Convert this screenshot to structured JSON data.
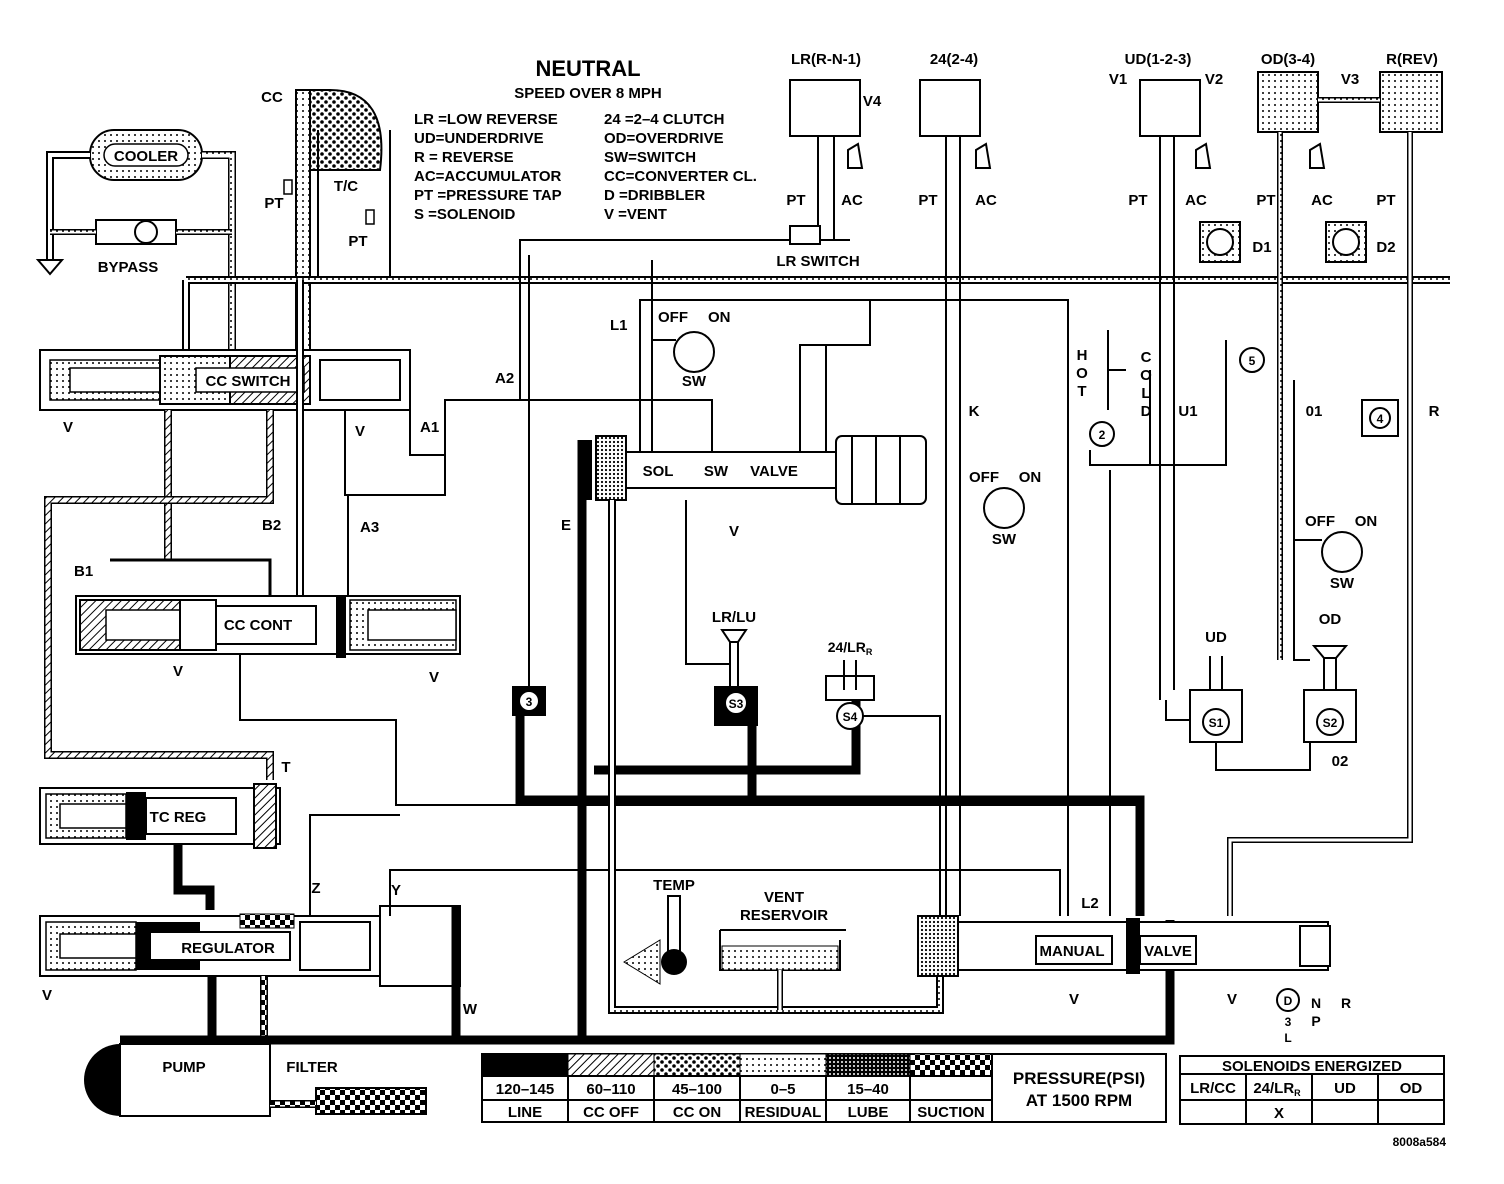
{
  "title": "NEUTRAL",
  "subtitle": "SPEED OVER 8 MPH",
  "legend_abbrev": [
    "LR =LOW REVERSE",
    "UD=UNDERDRIVE",
    "R = REVERSE",
    "AC=ACCUMULATOR",
    "PT =PRESSURE TAP",
    "S =SOLENOID",
    "24 =2–4 CLUTCH",
    "OD=OVERDRIVE",
    "SW=SWITCH",
    "CC=CONVERTER CL.",
    "D =DRIBBLER",
    "V =VENT"
  ],
  "clutches": {
    "lr": "LR(R-N-1)",
    "c24": "24(2-4)",
    "ud": "UD(1-2-3)",
    "od": "OD(3-4)",
    "rev": "R(REV)"
  },
  "labels": {
    "cc": "CC",
    "cooler": "COOLER",
    "bypass": "BYPASS",
    "tc": "T/C",
    "pt": "PT",
    "ac": "AC",
    "cc_switch": "CC SWITCH",
    "lr_switch": "LR SWITCH",
    "v": "V",
    "v1": "V1",
    "v2": "V2",
    "v3": "V3",
    "v4": "V4",
    "a1": "A1",
    "a2": "A2",
    "a3": "A3",
    "b1": "B1",
    "b2": "B2",
    "cc_cont": "CC CONT",
    "l1": "L1",
    "l2": "L2",
    "off": "OFF",
    "on": "ON",
    "sw": "SW",
    "sol": "SOL",
    "valve": "VALVE",
    "e": "E",
    "k": "K",
    "hot": "HOT",
    "cold": "COLD",
    "u1": "U1",
    "o1": "01",
    "o2": "02",
    "r": "R",
    "d1": "D1",
    "d2": "D2",
    "lr_lu": "LR/LU",
    "s24": "24/LR",
    "s24_sub": "R",
    "ud": "UD",
    "od": "OD",
    "s1": "S1",
    "s2": "S2",
    "s3": "S3",
    "s4": "S4",
    "n2": "2",
    "n3": "3",
    "n4": "4",
    "n5": "5",
    "t": "T",
    "tc_reg": "TC REG",
    "z": "Z",
    "y": "Y",
    "w": "W",
    "regulator": "REGULATOR",
    "temp": "TEMP",
    "vent_reservoir_1": "VENT",
    "vent_reservoir_2": "RESERVOIR",
    "manual": "MANUAL",
    "pump": "PUMP",
    "filter": "FILTER",
    "d_sel": "D",
    "three": "3",
    "l_sel": "L",
    "n_sel": "N",
    "p_sel": "P",
    "r_sel": "R",
    "figure_id": "8008a584"
  },
  "pressure_legend": {
    "ranges": [
      "120–145",
      "60–110",
      "45–100",
      "0–5",
      "15–40",
      ""
    ],
    "names": [
      "LINE",
      "CC OFF",
      "CC ON",
      "RESIDUAL",
      "LUBE",
      "SUCTION"
    ],
    "title_1": "PRESSURE(PSI)",
    "title_2": "AT 1500 RPM"
  },
  "solenoids_table": {
    "title": "SOLENOIDS ENERGIZED",
    "headers": [
      "LR/CC",
      "24/LR",
      "UD",
      "OD"
    ],
    "header_sub": "R",
    "values": [
      "",
      "X",
      "",
      ""
    ]
  }
}
